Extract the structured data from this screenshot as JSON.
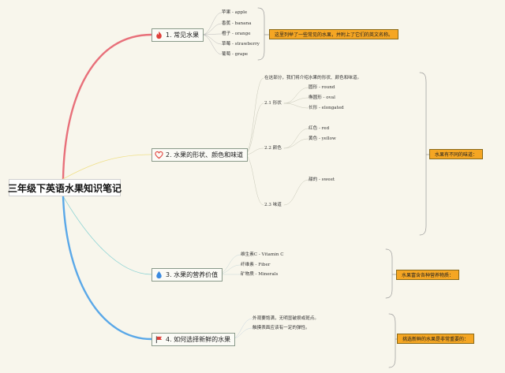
{
  "root": {
    "title": "三年级下英语水果知识笔记"
  },
  "topics": [
    {
      "id": "t1",
      "icon": "fire-icon",
      "label": "1. 常见水果",
      "leaves": [
        "苹果 - apple",
        "香蕉 - banana",
        "橙子 - orange",
        "草莓 - strawberry",
        "葡萄 - grape"
      ],
      "summary": "这里列举了一些常见的水果，并附上了它们的英文名称。"
    },
    {
      "id": "t2",
      "icon": "heart-icon",
      "label": "2. 水果的形状、颜色和味道",
      "intro": "在这部分，我们将介绍水果的形状、颜色和味道。",
      "subs": [
        {
          "label": "2.1 形状",
          "leaves": [
            "圆形 - round",
            "椭圆形 - oval",
            "长形 - elongated"
          ]
        },
        {
          "label": "2.2 颜色",
          "leaves": [
            "红色 - red",
            "黄色 - yellow"
          ]
        },
        {
          "label": "2.3 味道",
          "leaves": [
            "甜的 - sweet"
          ]
        }
      ],
      "summary": "水果有不同的味道："
    },
    {
      "id": "t3",
      "icon": "drop-icon",
      "label": "3. 水果的营养价值",
      "leaves": [
        "维生素C - Vitamin C",
        "纤维素 - Fiber",
        "矿物质 - Minerals"
      ],
      "summary": "水果富含各种营养物质："
    },
    {
      "id": "t4",
      "icon": "flag-icon",
      "label": "4. 如何选择新鲜的水果",
      "leaves": [
        "外观要饱满，无明显破损或斑点。",
        "触摸表面应该有一定的弹性。"
      ],
      "summary": "挑选新鲜的水果是非常重要的："
    }
  ],
  "colors": {
    "background": "#f8f6ec",
    "branch1": "#e8707a",
    "branch2": "#f0e08a",
    "branch3": "#8fd4d4",
    "branch4": "#5aa8e8",
    "summary_fill": "#f5a623",
    "icon_fire": "#e0403a",
    "icon_heart": "#e0403a",
    "icon_drop": "#3a8ae0",
    "icon_flag": "#e0403a"
  }
}
